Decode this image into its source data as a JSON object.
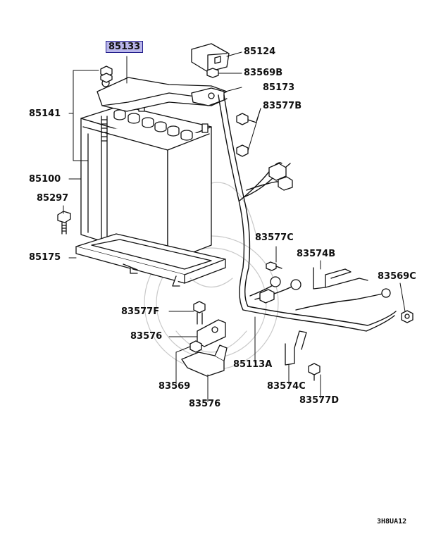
{
  "callouts": {
    "c85133": "85133",
    "c85124": "85124",
    "c83569B": "83569B",
    "c85173": "85173",
    "c85141": "85141",
    "c83577B": "83577B",
    "c85100": "85100",
    "c85297": "85297",
    "c85175": "85175",
    "c83577C": "83577C",
    "c83574B": "83574B",
    "c83569C": "83569C",
    "c83577F": "83577F",
    "c83576a": "83576",
    "c85113A": "85113A",
    "c83574C": "83574C",
    "c83569": "83569",
    "c83577D": "83577D",
    "c83576b": "83576"
  },
  "highlight_color": "#b9b6ea",
  "diagram_code": "3H8UA12"
}
